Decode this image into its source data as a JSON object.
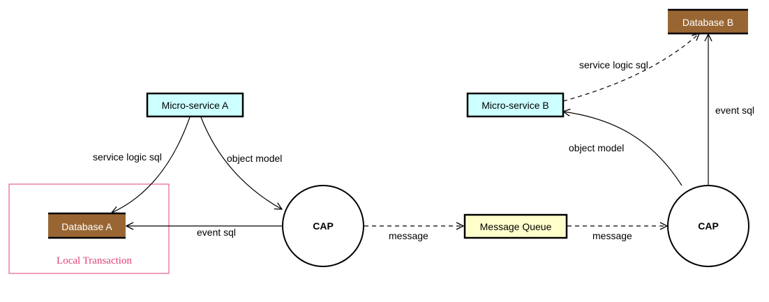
{
  "nodes": {
    "microservice_a": "Micro-service A",
    "microservice_b": "Micro-service B",
    "database_a": "Database A",
    "database_b": "Database B",
    "cap_left": "CAP",
    "cap_right": "CAP",
    "message_queue": "Message Queue"
  },
  "edges": {
    "svc_a_to_db_a": "service logic sql",
    "svc_a_to_cap": "object model",
    "cap_to_db_a": "event sql",
    "cap_to_mq": "message",
    "mq_to_cap": "message",
    "cap_to_svc_b": "object model",
    "svc_b_to_db_b": "service logic sql",
    "cap_to_db_b": "event sql"
  },
  "region": {
    "local_transaction": "Local Transaction"
  },
  "colors": {
    "service_fill": "#ccffff",
    "database_fill": "#996633",
    "queue_fill": "#ffffcc",
    "region_border": "#e0407a"
  }
}
